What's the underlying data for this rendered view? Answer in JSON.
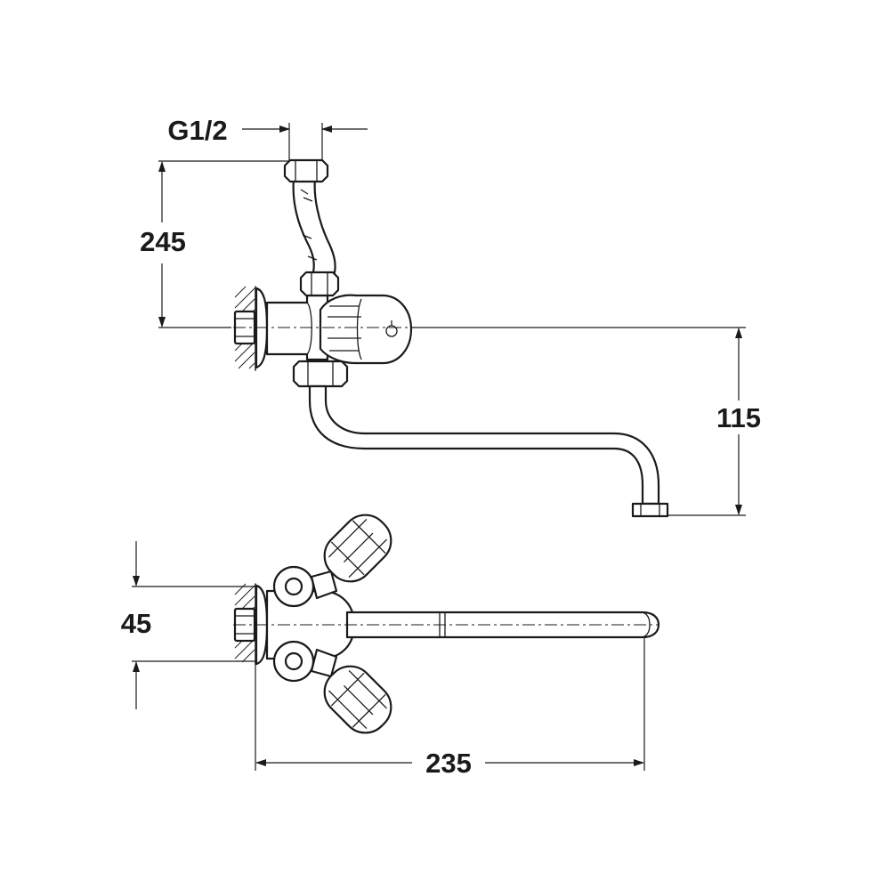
{
  "dimensions": {
    "thread": "G1/2",
    "height_top": "245",
    "spout_drop": "115",
    "spacing": "45",
    "length": "235"
  },
  "colors": {
    "line": "#1a1a1a",
    "background": "#ffffff"
  }
}
